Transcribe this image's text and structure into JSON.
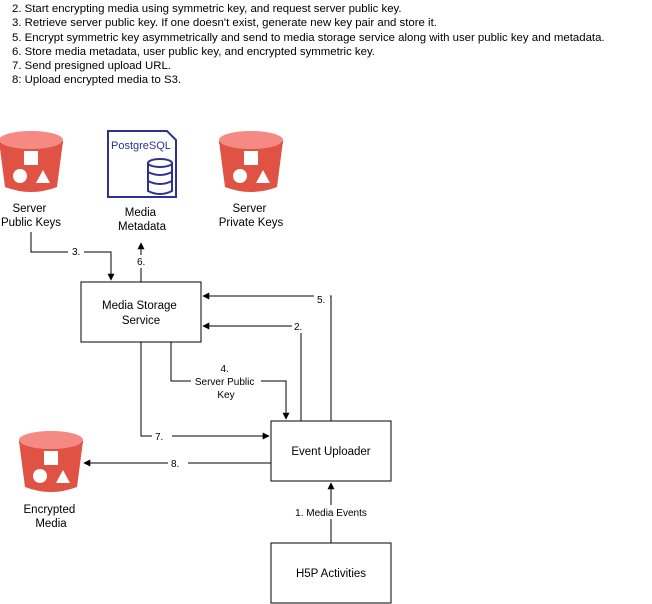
{
  "steps": [
    "2. Start encrypting media using symmetric key, and request server public key.",
    "3. Retrieve server public key. If one doesn't exist, generate new key pair and store it.",
    "5. Encrypt symmetric key asymmetrically and send to media storage service along with user public key and metadata.",
    "6. Store media metadata, user public key, and encrypted symmetric key.",
    "7. Send presigned upload URL.",
    "8: Upload encrypted media to S3."
  ],
  "nodes": {
    "server_public_keys": [
      "Server",
      "Public Keys"
    ],
    "media_metadata": [
      "Media",
      "Metadata"
    ],
    "postgres_logo": "PostgreSQL",
    "server_private_keys": [
      "Server",
      "Private Keys"
    ],
    "media_storage_service": [
      "Media Storage",
      "Service"
    ],
    "event_uploader": "Event Uploader",
    "encrypted_media": [
      "Encrypted",
      "Media"
    ],
    "h5p_activities": "H5P Activities"
  },
  "edges": {
    "e3": "3.",
    "e6": "6.",
    "e5": "5.",
    "e2": "2.",
    "e4": [
      "4.",
      "Server Public",
      "Key"
    ],
    "e7": "7.",
    "e8": "8.",
    "e1": "1. Media Events"
  },
  "colors": {
    "bucket_top": "#f58a85",
    "bucket_body": "#e05243",
    "bucket_dark": "#b83a30",
    "postgres": "#2e3192"
  }
}
